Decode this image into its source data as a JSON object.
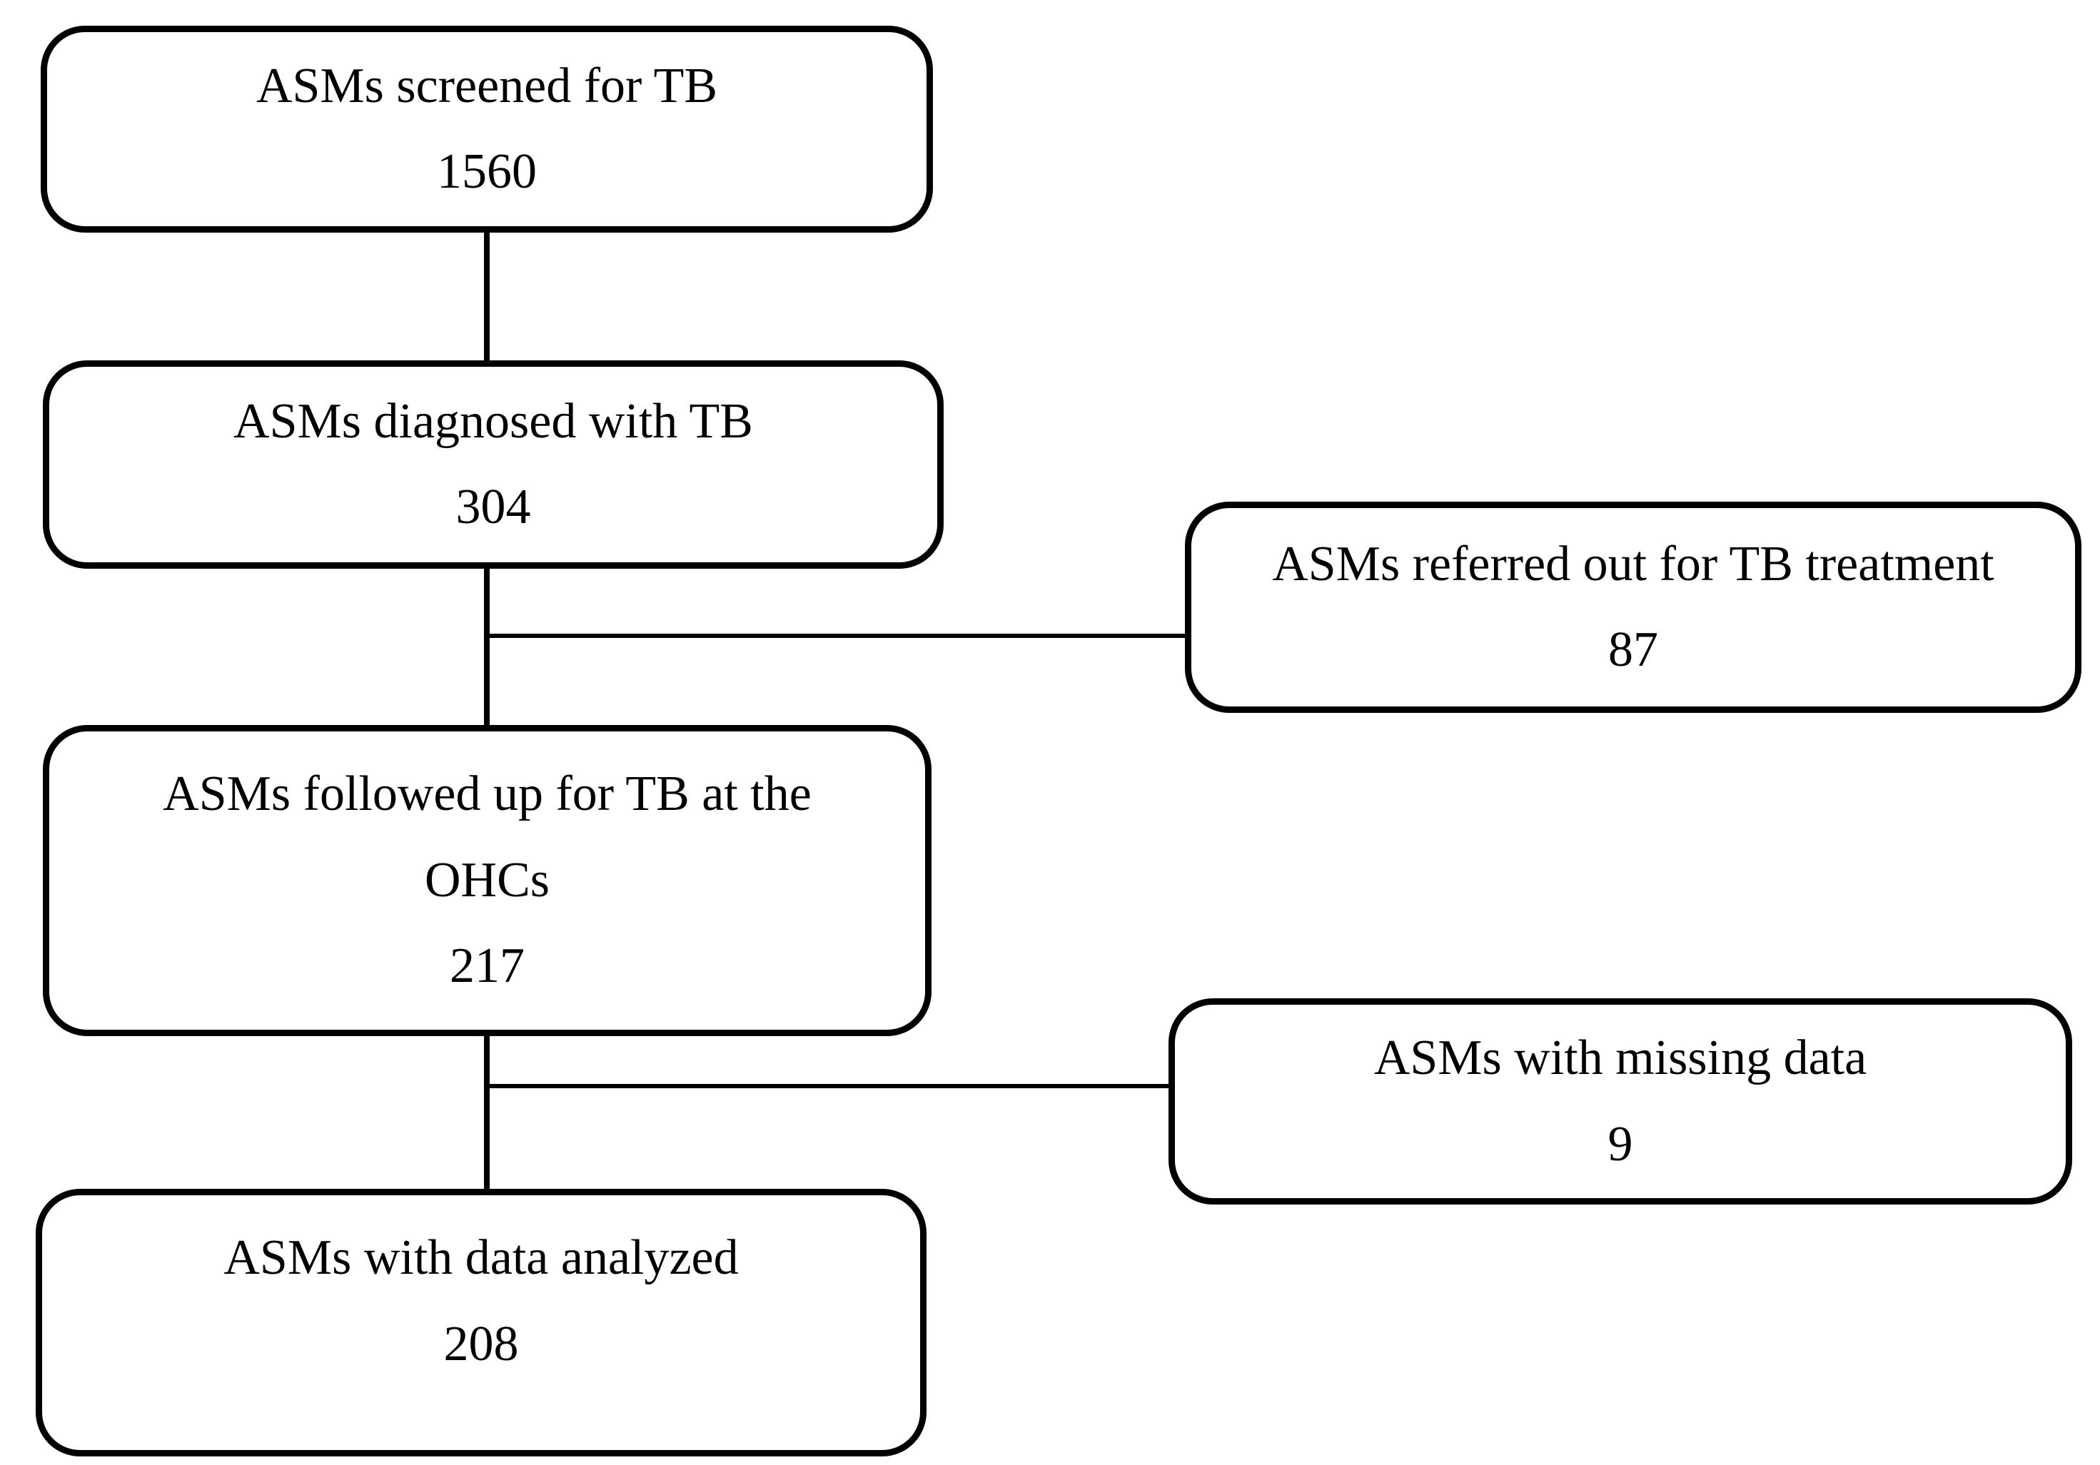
{
  "flowchart": {
    "colors": {
      "background": "#ffffff",
      "box_border": "#000000",
      "text": "#000000",
      "line": "#000000"
    },
    "nodes": {
      "screened": {
        "label": "ASMs screened for TB",
        "value": "1560"
      },
      "diagnosed": {
        "label": "ASMs diagnosed with TB",
        "value": "304"
      },
      "referred": {
        "label": "ASMs referred out for TB treatment",
        "value": "87"
      },
      "followed": {
        "label_line_1": "ASMs followed up for TB at the",
        "label_line_2": "OHCs",
        "value": "217"
      },
      "missing": {
        "label": "ASMs with missing data",
        "value": "9"
      },
      "analyzed": {
        "label": "ASMs with data analyzed",
        "value": "208"
      }
    },
    "edges": [
      {
        "from": "screened",
        "to": "diagnosed",
        "type": "vertical"
      },
      {
        "from": "diagnosed",
        "to": "followed",
        "type": "vertical"
      },
      {
        "from": "diagnosed",
        "to": "referred",
        "type": "horizontal-branch"
      },
      {
        "from": "followed",
        "to": "analyzed",
        "type": "vertical"
      },
      {
        "from": "followed",
        "to": "missing",
        "type": "horizontal-branch"
      }
    ]
  }
}
